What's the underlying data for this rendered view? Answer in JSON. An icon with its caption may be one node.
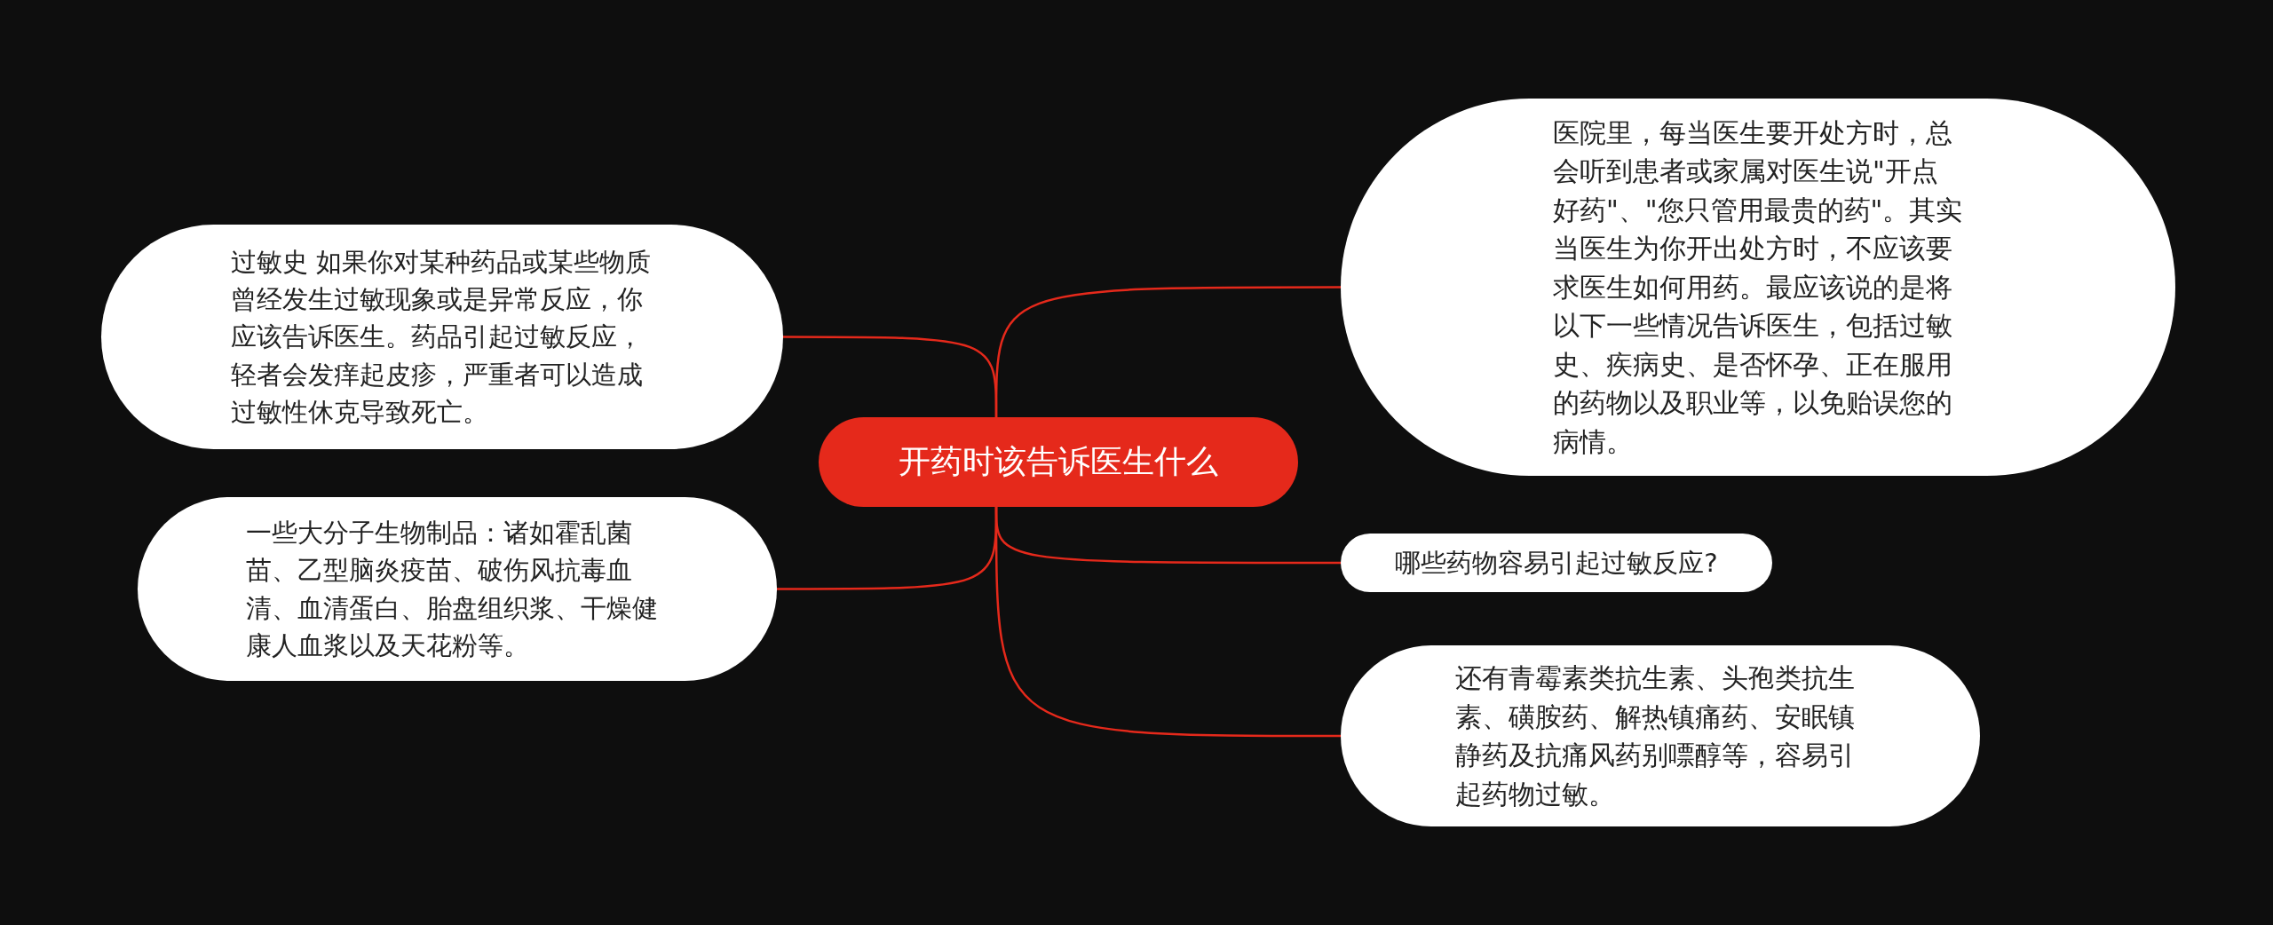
{
  "diagram": {
    "nodes": [
      {
        "text": [
          "开药时该告诉医生什么"
        ]
      },
      {
        "text": [
          "过敏史 如果你对某种药品或某些物质曾经发生过敏现象或是异常反应，你应该告诉医生。药品引起过敏反应，轻者会发痒起皮疹，严重者可以造成过敏性休克导致死亡。"
        ]
      },
      {
        "text": [
          "一些大分子生物制品：诸如霍乱菌苗、乙型脑炎疫苗、破伤风抗毒血清、血清蛋白、胎盘组织浆、干燥健康人血浆以及天花粉等。"
        ]
      },
      {
        "text": [
          "医院里，每当医生要开处方时，总会听到患者或家属对医生说\"开点好药\"、\"您只管用最贵的药\"。其实当医生为你开出处方时，不应该要求医生如何用药。最应该说的是将以下一些情况告诉医生，包括过敏史、疾病史、是否怀孕、正在服用的药物以及职业等，以免贻误您的病情。"
        ]
      },
      {
        "text": [
          "哪些药物容易引起过敏反应?"
        ]
      },
      {
        "text": [
          "还有青霉素类抗生素、头孢类抗生素、磺胺药、解热镇痛药、安眠镇静药及抗痛风药别嘌醇等，容易引起药物过敏。"
        ]
      }
    ],
    "edges": [
      {
        "from": 0,
        "to": 1,
        "arrow": "none"
      },
      {
        "from": 0,
        "to": 2,
        "arrow": "none"
      },
      {
        "from": 0,
        "to": 3,
        "arrow": "none"
      },
      {
        "from": 0,
        "to": 4,
        "arrow": "none"
      },
      {
        "from": 0,
        "to": 5,
        "arrow": "none"
      }
    ]
  }
}
